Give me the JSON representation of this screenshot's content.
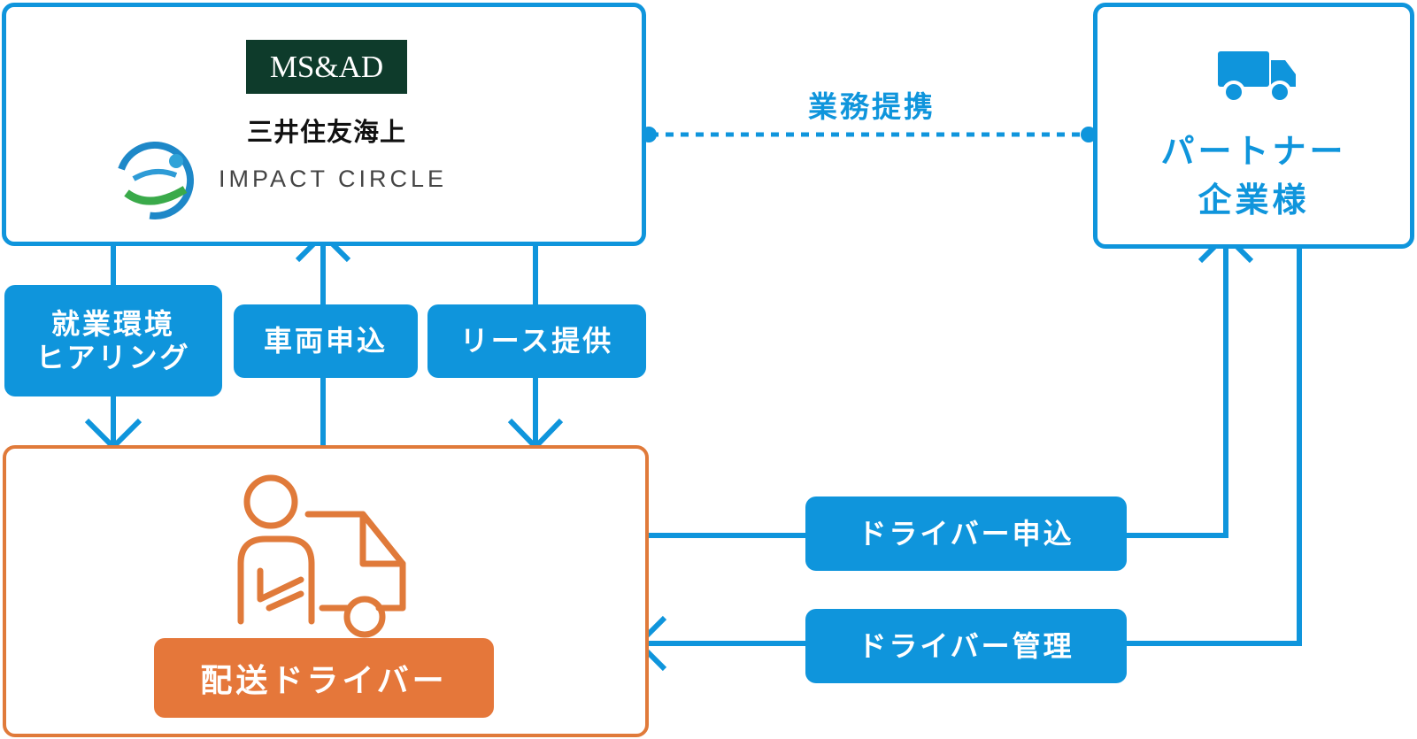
{
  "logos": {
    "msad": "MS&AD",
    "mitsui": "三井住友海上",
    "impact": "IMPACT CIRCLE"
  },
  "partner": {
    "line1": "パートナー",
    "line2": "企業様"
  },
  "partnership": "業務提携",
  "labels": {
    "hearing_line1": "就業環境",
    "hearing_line2": "ヒアリング",
    "vehicle_apply": "車両申込",
    "lease": "リース提供",
    "driver_apply": "ドライバー申込",
    "driver_manage": "ドライバー管理"
  },
  "driver": {
    "label": "配送ドライバー"
  },
  "colors": {
    "blue": "#0f95dc",
    "orange": "#e07a3a",
    "orange_fill": "#e5773a",
    "msad_green": "#0e3b2b"
  }
}
